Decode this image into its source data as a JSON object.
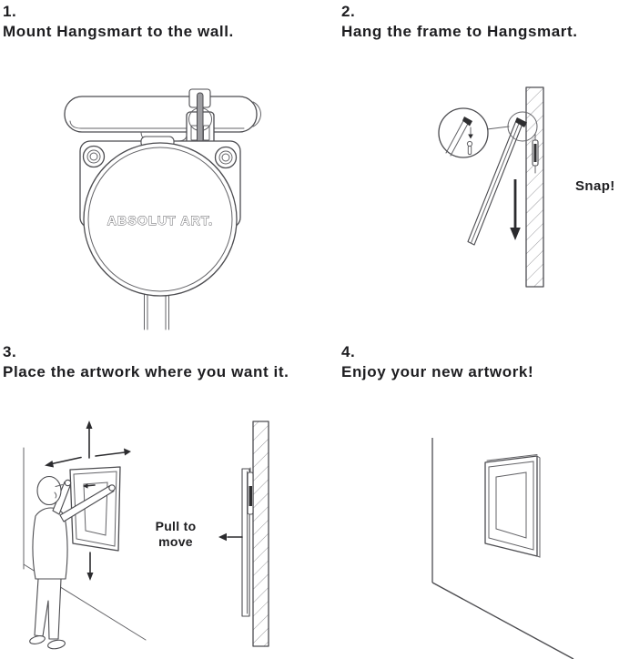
{
  "page": {
    "background": "#ffffff",
    "heading_color": "#1d1d20",
    "line_color": "#4c4c50",
    "arrow_color": "#2b2b2e"
  },
  "steps": [
    {
      "number": "1.",
      "title": "Mount Hangsmart to the wall."
    },
    {
      "number": "2.",
      "title": "Hang the frame to Hangsmart."
    },
    {
      "number": "3.",
      "title": "Place the artwork where you want it."
    },
    {
      "number": "4.",
      "title": "Enjoy your new artwork!"
    }
  ],
  "labels": {
    "brand": "ABSOLUT ART.",
    "snap": "Snap!",
    "pull_line1": "Pull to",
    "pull_line2": "move"
  },
  "icons": {
    "hang_direction": "arrow-down",
    "detail_hook_direction": "arrow-down",
    "move_up": "arrow-up",
    "move_down": "arrow-down",
    "move_left": "arrow-left",
    "move_right": "arrow-right",
    "nudge_left": "arrow-left",
    "pull_direction": "arrow-left"
  }
}
